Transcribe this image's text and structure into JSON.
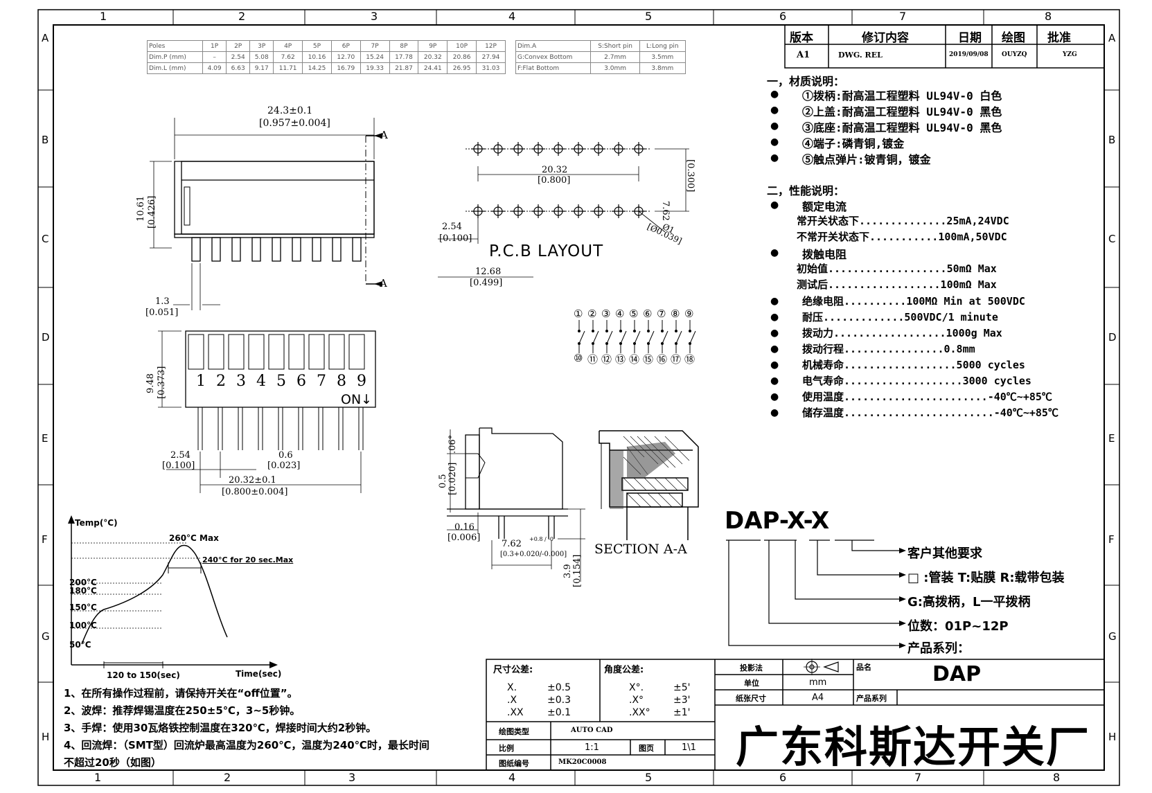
{
  "border": {
    "top_cols": [
      "1",
      "2",
      "3",
      "4",
      "5",
      "6",
      "7",
      "8"
    ],
    "bottom_cols": [
      "1",
      "2",
      "3",
      "4",
      "5",
      "6",
      "7",
      "8"
    ],
    "rows": [
      "A",
      "B",
      "C",
      "D",
      "E",
      "F",
      "G",
      "H"
    ]
  },
  "pole_table": {
    "headers": [
      "Poles",
      "1P",
      "2P",
      "3P",
      "4P",
      "5P",
      "6P",
      "7P",
      "8P",
      "9P",
      "10P",
      "12P"
    ],
    "rows": [
      [
        "Dim.P (mm)",
        "–",
        "2.54",
        "5.08",
        "7.62",
        "10.16",
        "12.70",
        "15.24",
        "17.78",
        "20.32",
        "20.86",
        "27.94"
      ],
      [
        "Dim.L (mm)",
        "4.09",
        "6.63",
        "9.17",
        "11.71",
        "14.25",
        "16.79",
        "19.33",
        "21.87",
        "24.41",
        "26.95",
        "31.03"
      ]
    ]
  },
  "pin_table": {
    "headers": [
      "Dim.A",
      "S:Short pin",
      "L:Long pin"
    ],
    "rows": [
      [
        "G:Convex Bottom",
        "2.7mm",
        "3.5mm"
      ],
      [
        "F:Flat Bottom",
        "3.0mm",
        "3.8mm"
      ]
    ]
  },
  "revision": {
    "headers": [
      "版本",
      "修订内容",
      "日期",
      "绘图",
      "批准"
    ],
    "row": [
      "A1",
      "DWG. REL",
      "2019/09/08",
      "OUYZQ",
      "YZG"
    ]
  },
  "material": {
    "title": "一，材质说明：",
    "items": [
      "①拨柄:耐高温工程塑料 UL94V-0 白色",
      "②上盖:耐高温工程塑料 UL94V-0 黑色",
      "③底座:耐高温工程塑料 UL94V-0 黑色",
      "④端子:磷青铜,镀金",
      "⑤触点弹片:铍青铜，镀金"
    ]
  },
  "performance": {
    "title": "二，性能说明：",
    "rated_current": "额定电流",
    "rc_line1": "常开关状态下..............25mA,24VDC",
    "rc_line2": "不常开关状态下...........100mA,50VDC",
    "contact_res": "拨触电阻",
    "cr_line1": "初始值...................50mΩ  Max",
    "cr_line2": "测试后..................100mΩ  Max",
    "items": [
      "绝缘电阻..........100MΩ  Min at 500VDC",
      "耐压.............500VDC/1 minute",
      "拨动力..................1000g Max",
      "拨动行程................0.8mm",
      "机械寿命..................5000 cycles",
      "电气寿命...................3000 cycles",
      "使用温度.......................-40℃~+85℃",
      "储存温度........................-40℃~+85℃"
    ]
  },
  "top_view": {
    "width_dim": "24.3±0.1",
    "width_dim_in": "[0.957±0.004]",
    "section_mark": "A",
    "height_dim": "10.61",
    "height_dim_in": "[0.426]",
    "pin_dim": "1.3",
    "pin_dim_in": "[0.051]"
  },
  "front_view": {
    "height_dim": "9.48",
    "height_dim_in": "[0.373]",
    "numbers": [
      "1",
      "2",
      "3",
      "4",
      "5",
      "6",
      "7",
      "8",
      "9"
    ],
    "on_label": "ON↓",
    "pitch": "2.54",
    "pitch_in": "[0.100]",
    "pin_w": "0.6",
    "pin_w_in": "[0.023]",
    "span": "20.32±0.1",
    "span_in": "[0.800±0.004]"
  },
  "pcb": {
    "span": "20.32",
    "span_in": "[0.800]",
    "row_gap": "7.62",
    "row_gap_in": "[0.300]",
    "pitch": "2.54",
    "pitch_in": "[0.100]",
    "hole": "Ø1",
    "hole_in": "[Ø0.039]",
    "title": "P.C.B LAYOUT",
    "half": "12.68",
    "half_in": "[0.499]"
  },
  "schematic": {
    "top": [
      "①",
      "②",
      "③",
      "④",
      "⑤",
      "⑥",
      "⑦",
      "⑧",
      "⑨"
    ],
    "bottom": [
      "⑩",
      "⑪",
      "⑫",
      "⑬",
      "⑭",
      "⑮",
      "⑯",
      "⑰",
      "⑱"
    ]
  },
  "side_view": {
    "angle": ".06°",
    "d1": "0.5",
    "d1_in": "[0.020]",
    "d2": "0.16",
    "d2_in": "[0.006]",
    "d3": "7.62",
    "d3_tol": "+0.8 / -0",
    "d3_in": "[0.3+0.020/-0.000]",
    "d4": "3.9",
    "d4_in": "[0.154]"
  },
  "section": {
    "label": "SECTION  A-A"
  },
  "part_code": {
    "code": "DAP-X-X",
    "lines": [
      "客户其他要求",
      "□ :管装  T:贴膜   R:载带包装",
      "G:高拨柄，L一平拨柄",
      "位数：01P~12P",
      "产品系列："
    ]
  },
  "reflow": {
    "y_label": "Temp(°C)",
    "x_label": "Time(sec)",
    "peak": "260°C Max",
    "hold": "240°C for 20 sec.Max",
    "t200": "200°C",
    "t180": "180°C",
    "t150": "150°C",
    "t100": "100°C",
    "t50": "50°C",
    "span": "120 to 150(sec)"
  },
  "notes": [
    "1、在所有操作过程前，请保持开关在“off位置”。",
    "2、波焊：推荐焊锡温度在250±5℃，3~5秒钟。",
    "3、手焊：使用30瓦烙铁控制温度在320℃，焊接时间大约2秒钟。",
    "4、回流焊：（SMT型）回流炉最高温度为260℃，温度为240℃时，最长时间",
    "不超过20秒（如图）"
  ],
  "title_block": {
    "dim_tol": "尺寸公差:",
    "ang_tol": "角度公差:",
    "tol1_k": "X.",
    "tol1_v": "±0.5",
    "tol2_k": ".X",
    "tol2_v": "±0.3",
    "tol3_k": ".XX",
    "tol3_v": "±0.1",
    "ang1_k": "X°.",
    "ang1_v": "±5'",
    "ang2_k": ".X°",
    "ang2_v": "±3'",
    "ang3_k": ".XX°",
    "ang3_v": "±1'",
    "proj": "投影法",
    "unit": "单位",
    "unit_v": "mm",
    "paper": "纸张尺寸",
    "paper_v": "A4",
    "pname": "品名",
    "pname_v": "DAP",
    "pseries": "产品系列",
    "draw_type": "绘图类型",
    "draw_type_v": "AUTO CAD",
    "scale": "比例",
    "scale_v": "1:1",
    "page": "图页",
    "page_v": "1\\1",
    "dwg_no": "图纸编号",
    "dwg_no_v": "MK20C0008",
    "company": "广东科斯达开关厂"
  }
}
